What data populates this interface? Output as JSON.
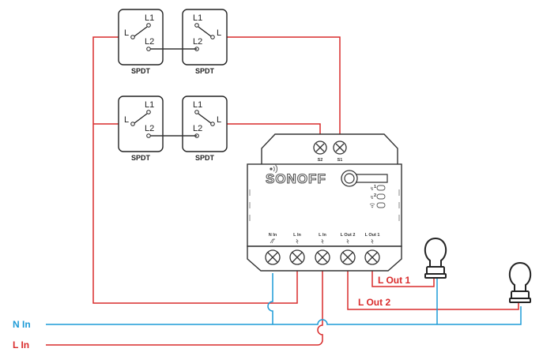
{
  "switches": [
    {
      "terminals": {
        "common": "L",
        "l1": "L1",
        "l2": "L2"
      },
      "type": "SPDT"
    },
    {
      "terminals": {
        "common": "L",
        "l1": "L1",
        "l2": "L2"
      },
      "type": "SPDT"
    },
    {
      "terminals": {
        "common": "L",
        "l1": "L1",
        "l2": "L2"
      },
      "type": "SPDT"
    },
    {
      "terminals": {
        "common": "L",
        "l1": "L1",
        "l2": "L2"
      },
      "type": "SPDT"
    }
  ],
  "device": {
    "brand": "SONOFF",
    "top_terminals": [
      "S2",
      "S1"
    ],
    "bottom_terminals": [
      "N In",
      "L In",
      "L In",
      "L Out 2",
      "L Out 1"
    ],
    "status_leds": [
      "1",
      "2",
      "wifi"
    ]
  },
  "wires": {
    "n_in": "N In",
    "l_in": "L In",
    "l_out_1": "L Out 1",
    "l_out_2": "L Out 2"
  },
  "colors": {
    "live": "#d92c2c",
    "neutral": "#1d9bd7",
    "link": "#333333",
    "device_outline": "#333333"
  }
}
